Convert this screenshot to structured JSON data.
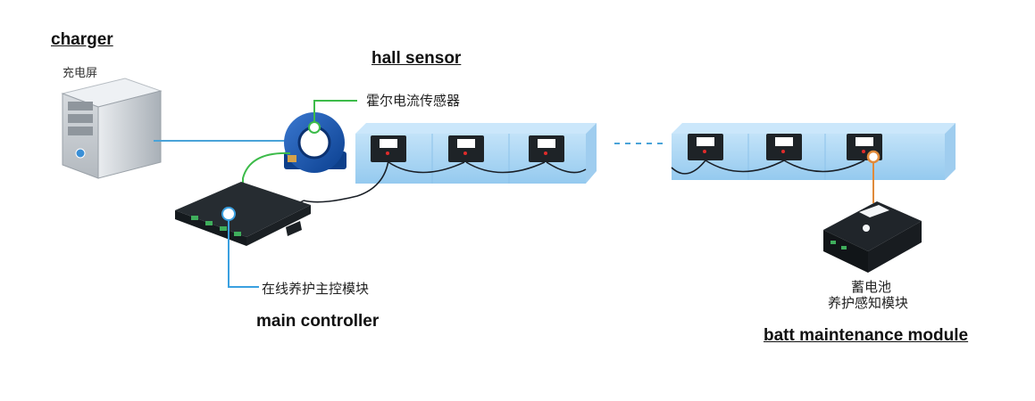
{
  "labels": {
    "charger_en": "charger",
    "charger_cn": "充电屏",
    "hall_en": "hall sensor",
    "hall_cn": "霍尔电流传感器",
    "main_cn": "在线养护主控模块",
    "main_en": "main controller",
    "batt_cn_line1": "蓄电池",
    "batt_cn_line2": "养护感知模块",
    "batt_en": "batt maintenance module"
  },
  "colors": {
    "battery_fill": "#a9d6f5",
    "battery_top": "#cbe7fb",
    "cable_charger": "#4aa3d8",
    "cable_hall": "#3dbb4a",
    "cable_main": "#3aa0e0",
    "cable_batt": "#e08a3a",
    "module_dark": "#1e2327",
    "wire_dark": "#1a1f26"
  }
}
